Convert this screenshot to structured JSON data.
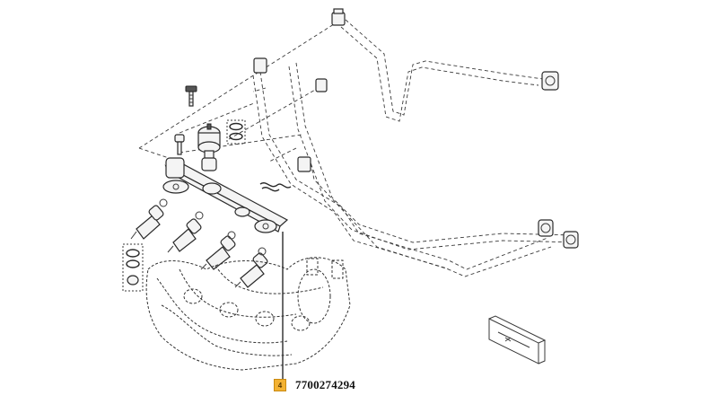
{
  "callout": {
    "marker": "4",
    "part_number": "7700274294"
  },
  "colors": {
    "line": "#3a3a3a",
    "badge_fill": "#f3b233",
    "badge_border": "#c98a10"
  },
  "icons": [
    "fuel-rail",
    "pressure-regulator",
    "injector",
    "seal-ring",
    "screw",
    "intake-manifold",
    "fuel-hose",
    "direction-label"
  ]
}
